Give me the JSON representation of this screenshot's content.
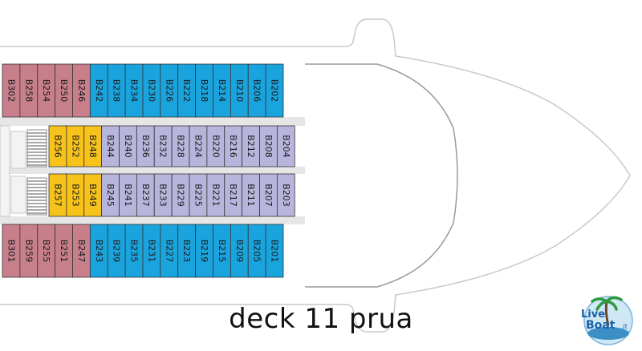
{
  "caption": "deck 11 prua",
  "colors": {
    "pink": "#c77f8c",
    "blue": "#1aa4de",
    "lavender": "#b8b5dc",
    "yellow": "#f7c21a",
    "corridor": "#e6e6e6",
    "outline": "#c9c9c9"
  },
  "rows": [
    {
      "name": "outer-top",
      "cabins": [
        {
          "n": "B302",
          "c": "pink"
        },
        {
          "n": "B258",
          "c": "pink"
        },
        {
          "n": "B254",
          "c": "pink"
        },
        {
          "n": "B250",
          "c": "pink"
        },
        {
          "n": "B246",
          "c": "pink"
        },
        {
          "n": "B242",
          "c": "blue"
        },
        {
          "n": "B238",
          "c": "blue"
        },
        {
          "n": "B234",
          "c": "blue"
        },
        {
          "n": "B230",
          "c": "blue"
        },
        {
          "n": "B226",
          "c": "blue"
        },
        {
          "n": "B222",
          "c": "blue"
        },
        {
          "n": "B218",
          "c": "blue"
        },
        {
          "n": "B214",
          "c": "blue"
        },
        {
          "n": "B210",
          "c": "blue"
        },
        {
          "n": "B206",
          "c": "blue"
        },
        {
          "n": "B202",
          "c": "blue"
        }
      ]
    },
    {
      "name": "inner-top",
      "cabins": [
        {
          "n": "B256",
          "c": "yellow"
        },
        {
          "n": "B252",
          "c": "yellow"
        },
        {
          "n": "B248",
          "c": "yellow"
        },
        {
          "n": "B244",
          "c": "lavender"
        },
        {
          "n": "B240",
          "c": "lavender"
        },
        {
          "n": "B236",
          "c": "lavender"
        },
        {
          "n": "B232",
          "c": "lavender"
        },
        {
          "n": "B228",
          "c": "lavender"
        },
        {
          "n": "B224",
          "c": "lavender"
        },
        {
          "n": "B220",
          "c": "lavender"
        },
        {
          "n": "B216",
          "c": "lavender"
        },
        {
          "n": "B212",
          "c": "lavender"
        },
        {
          "n": "B208",
          "c": "lavender"
        },
        {
          "n": "B204",
          "c": "lavender"
        }
      ]
    },
    {
      "name": "inner-bottom",
      "cabins": [
        {
          "n": "B257",
          "c": "yellow"
        },
        {
          "n": "B253",
          "c": "yellow"
        },
        {
          "n": "B249",
          "c": "yellow"
        },
        {
          "n": "B245",
          "c": "lavender"
        },
        {
          "n": "B241",
          "c": "lavender"
        },
        {
          "n": "B237",
          "c": "lavender"
        },
        {
          "n": "B233",
          "c": "lavender"
        },
        {
          "n": "B229",
          "c": "lavender"
        },
        {
          "n": "B225",
          "c": "lavender"
        },
        {
          "n": "B221",
          "c": "lavender"
        },
        {
          "n": "B217",
          "c": "lavender"
        },
        {
          "n": "B211",
          "c": "lavender"
        },
        {
          "n": "B207",
          "c": "lavender"
        },
        {
          "n": "B203",
          "c": "lavender"
        }
      ]
    },
    {
      "name": "outer-bottom",
      "cabins": [
        {
          "n": "B301",
          "c": "pink"
        },
        {
          "n": "B259",
          "c": "pink"
        },
        {
          "n": "B255",
          "c": "pink"
        },
        {
          "n": "B251",
          "c": "pink"
        },
        {
          "n": "B247",
          "c": "pink"
        },
        {
          "n": "B243",
          "c": "blue"
        },
        {
          "n": "B239",
          "c": "blue"
        },
        {
          "n": "B235",
          "c": "blue"
        },
        {
          "n": "B231",
          "c": "blue"
        },
        {
          "n": "B227",
          "c": "blue"
        },
        {
          "n": "B223",
          "c": "blue"
        },
        {
          "n": "B219",
          "c": "blue"
        },
        {
          "n": "B215",
          "c": "blue"
        },
        {
          "n": "B209",
          "c": "blue"
        },
        {
          "n": "B205",
          "c": "blue"
        },
        {
          "n": "B201",
          "c": "blue"
        }
      ]
    }
  ],
  "logo": {
    "line1": "Live",
    "line2": "Boat",
    "suffix": ".it",
    "icon": "palm-island-logo"
  }
}
